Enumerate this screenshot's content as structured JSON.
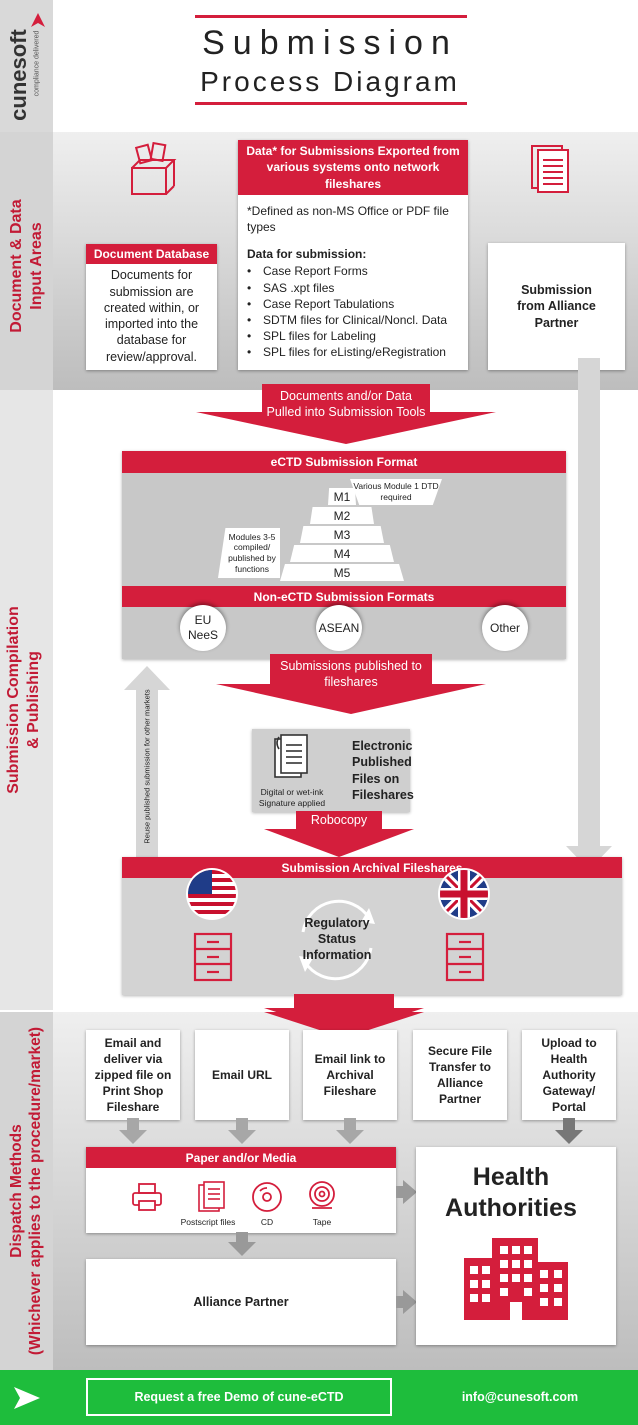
{
  "header": {
    "logo_text": "cunesoft",
    "logo_tagline": "compliance delivered",
    "title_line1": "Submission",
    "title_line2": "Process Diagram"
  },
  "sections": {
    "input": "Document & Data\nInput Areas",
    "compilation": "Submission Compilation\n& Publishing",
    "dispatch": "Dispatch Methods\n(Whichever applies to the procedure/market)"
  },
  "input_area": {
    "doc_db_title": "Document Database",
    "doc_db_text": "Documents for submission are created within, or imported into the database for review/approval.",
    "data_title": "Data* for Submissions Exported from various systems onto network fileshares",
    "data_note": "*Defined as non-MS Office or PDF file types",
    "data_list_title": "Data for submission:",
    "data_list": [
      "Case Report Forms",
      "SAS .xpt files",
      "Case Report Tabulations",
      "SDTM files for Clinical/Noncl. Data",
      "SPL files for Labeling",
      "SPL files for eListing/eRegistration"
    ],
    "alliance_text": "Submission from Alliance Partner"
  },
  "compilation": {
    "arrow1_text": "Documents and/or Data Pulled into Submission Tools",
    "ectd_title": "eCTD Submission Format",
    "m1_note": "Various Module 1 DTD required",
    "modules": [
      "M1",
      "M2",
      "M3",
      "M4",
      "M5"
    ],
    "m35_note": "Modules 3-5 compiled/ published by functions",
    "non_ectd_title": "Non-eCTD Submission Formats",
    "formats": [
      "EU NeeS",
      "ASEAN",
      "Other"
    ],
    "arrow2_text": "Submissions published to fileshares",
    "reuse_text": "Reuse published submission for other markets",
    "electronic_text": "Electronic Published Files on Fileshares",
    "signature_text": "Digital or wet-ink Signature applied",
    "robocopy": "Robocopy",
    "archival_title": "Submission Archival Fileshares",
    "regulatory_text": "Regulatory Status Information"
  },
  "dispatch": {
    "methods": [
      "Email and deliver via zipped file on Print Shop Fileshare",
      "Email URL",
      "Email link to Archival Fileshare",
      "Secure File Transfer to Alliance Partner",
      "Upload to Health Authority Gateway/ Portal"
    ],
    "paper_title": "Paper and/or Media",
    "media": [
      "Postscript files",
      "CD",
      "Tape"
    ],
    "health_authorities": "Health Authorities",
    "alliance_partner": "Alliance Partner"
  },
  "footer": {
    "cta": "Request a free Demo of cune-eCTD",
    "email": "info@cunesoft.com"
  },
  "colors": {
    "accent": "#d41e3c",
    "footer_green": "#1ebd3c",
    "grey": "#c8c8c8"
  }
}
